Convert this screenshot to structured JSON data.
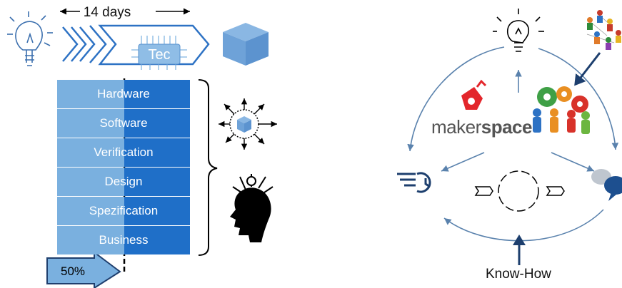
{
  "timeline": {
    "duration_label": "14 days",
    "chip_label": "Tec"
  },
  "layers": [
    {
      "label": "Hardware"
    },
    {
      "label": "Software"
    },
    {
      "label": "Verification"
    },
    {
      "label": "Design"
    },
    {
      "label": "Spezification"
    },
    {
      "label": "Business"
    }
  ],
  "progress": {
    "label": "50%",
    "value": 0.5
  },
  "cycle": {
    "makerspace_prefix": "maker",
    "makerspace_suffix": "space",
    "knowhow_label": "Know-How"
  },
  "colors": {
    "layer_light": "#7ab0df",
    "layer_dark": "#1f6fc8",
    "chevron": "#2d72c4",
    "cube": "#6ea2d8",
    "arrow_dark": "#1d3f6e",
    "cycle_arrow": "#5a82ad"
  },
  "icons": [
    "lightbulb-icon",
    "chevron-arrows-icon",
    "tec-chip-icon",
    "cube-icon",
    "bracket-icon",
    "cube-explode-icon",
    "head-ideas-icon",
    "people-network-icon",
    "makerspace-logo-icon",
    "gears-team-icon",
    "fast-clock-icon",
    "speech-bubbles-icon",
    "cycle-icon"
  ]
}
